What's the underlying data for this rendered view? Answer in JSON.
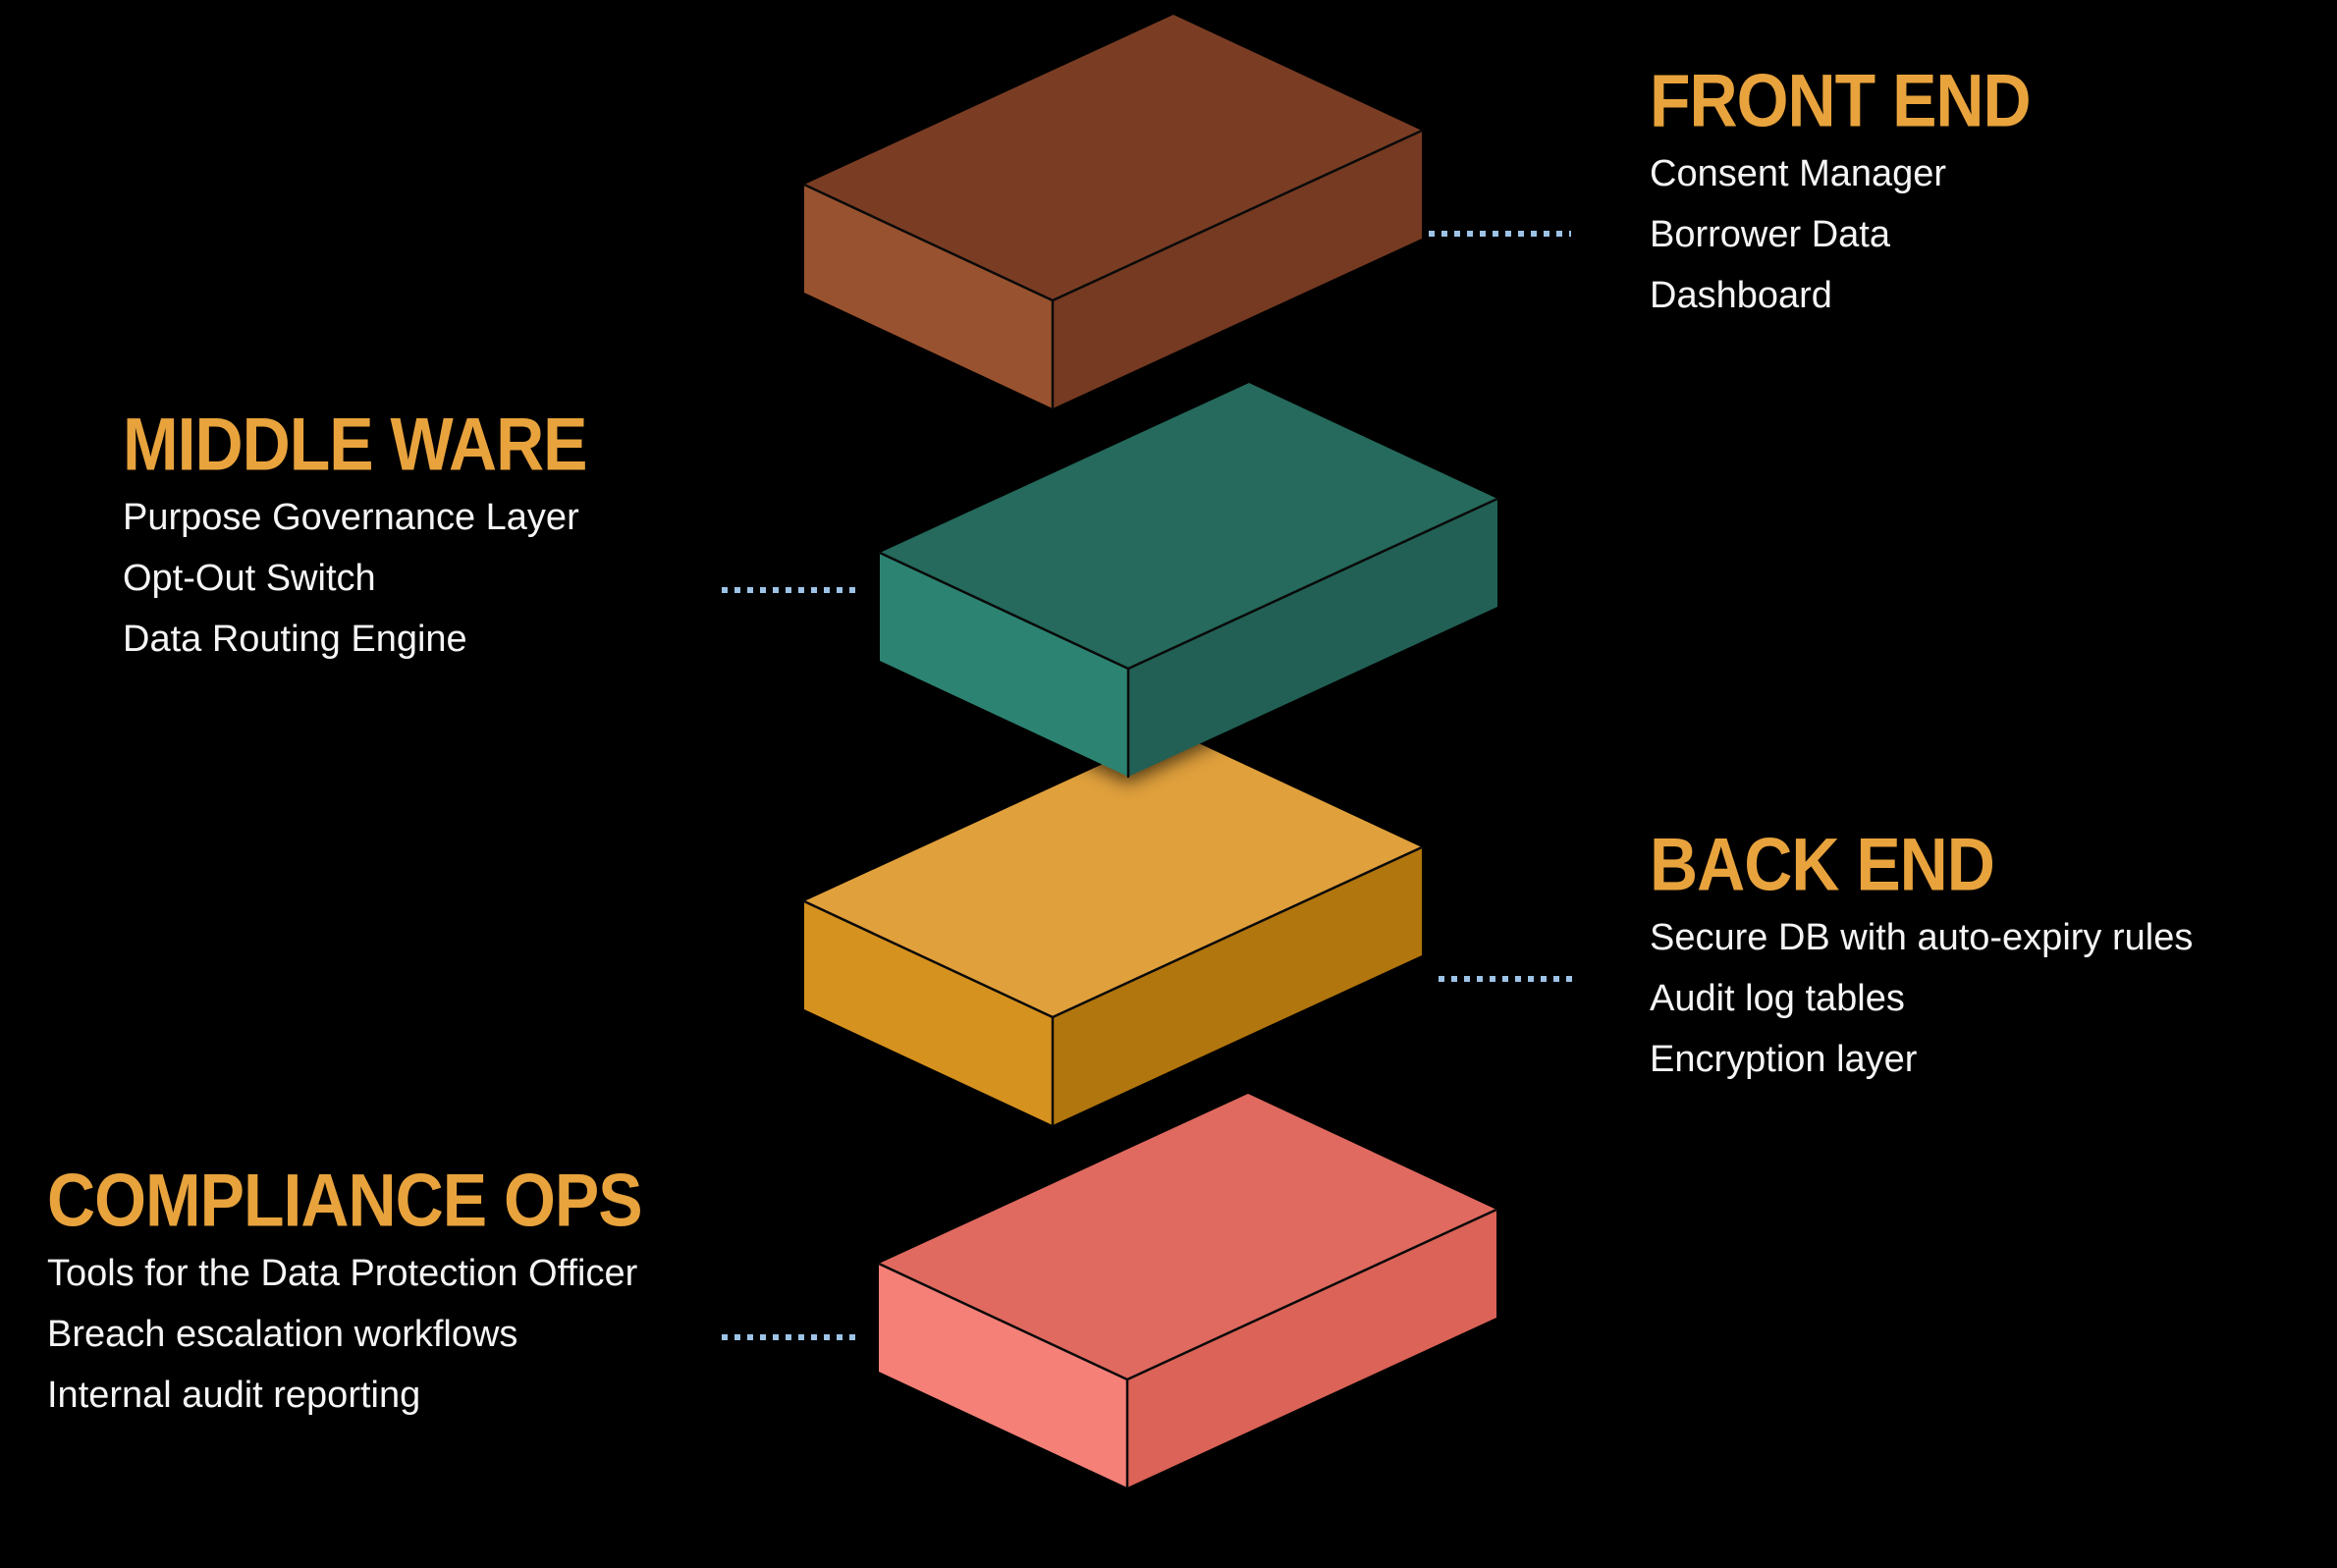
{
  "diagram": {
    "background_color": "#000000",
    "accent_color": "#E8A33D",
    "connector_color": "#9DC3E6",
    "edge_color": "#0a0a0a",
    "layers": [
      {
        "id": "front-end",
        "title": "FRONT END",
        "items": [
          "Consent Manager",
          "Borrower Data",
          "Dashboard"
        ],
        "label_side": "right",
        "colors": {
          "top": "#7A3D24",
          "left": "#99522F",
          "right": "#753A21"
        }
      },
      {
        "id": "middleware",
        "title": "MIDDLE WARE",
        "items": [
          "Purpose Governance Layer",
          "Opt-Out Switch",
          "Data Routing Engine"
        ],
        "label_side": "left",
        "colors": {
          "top": "#256A5C",
          "left": "#2D8371",
          "right": "#226055"
        }
      },
      {
        "id": "back-end",
        "title": "BACK END",
        "items": [
          "Secure DB with auto-expiry rules",
          "Audit log tables",
          "Encryption layer"
        ],
        "label_side": "right",
        "colors": {
          "top": "#E0A03C",
          "left": "#D6921E",
          "right": "#B2760E"
        }
      },
      {
        "id": "compliance-ops",
        "title": "COMPLIANCE OPS",
        "items": [
          "Tools for the Data Protection Officer",
          "Breach escalation workflows",
          "Internal audit reporting"
        ],
        "label_side": "left",
        "colors": {
          "top": "#E06A60",
          "left": "#F48078",
          "right": "#DB6357"
        }
      }
    ]
  }
}
